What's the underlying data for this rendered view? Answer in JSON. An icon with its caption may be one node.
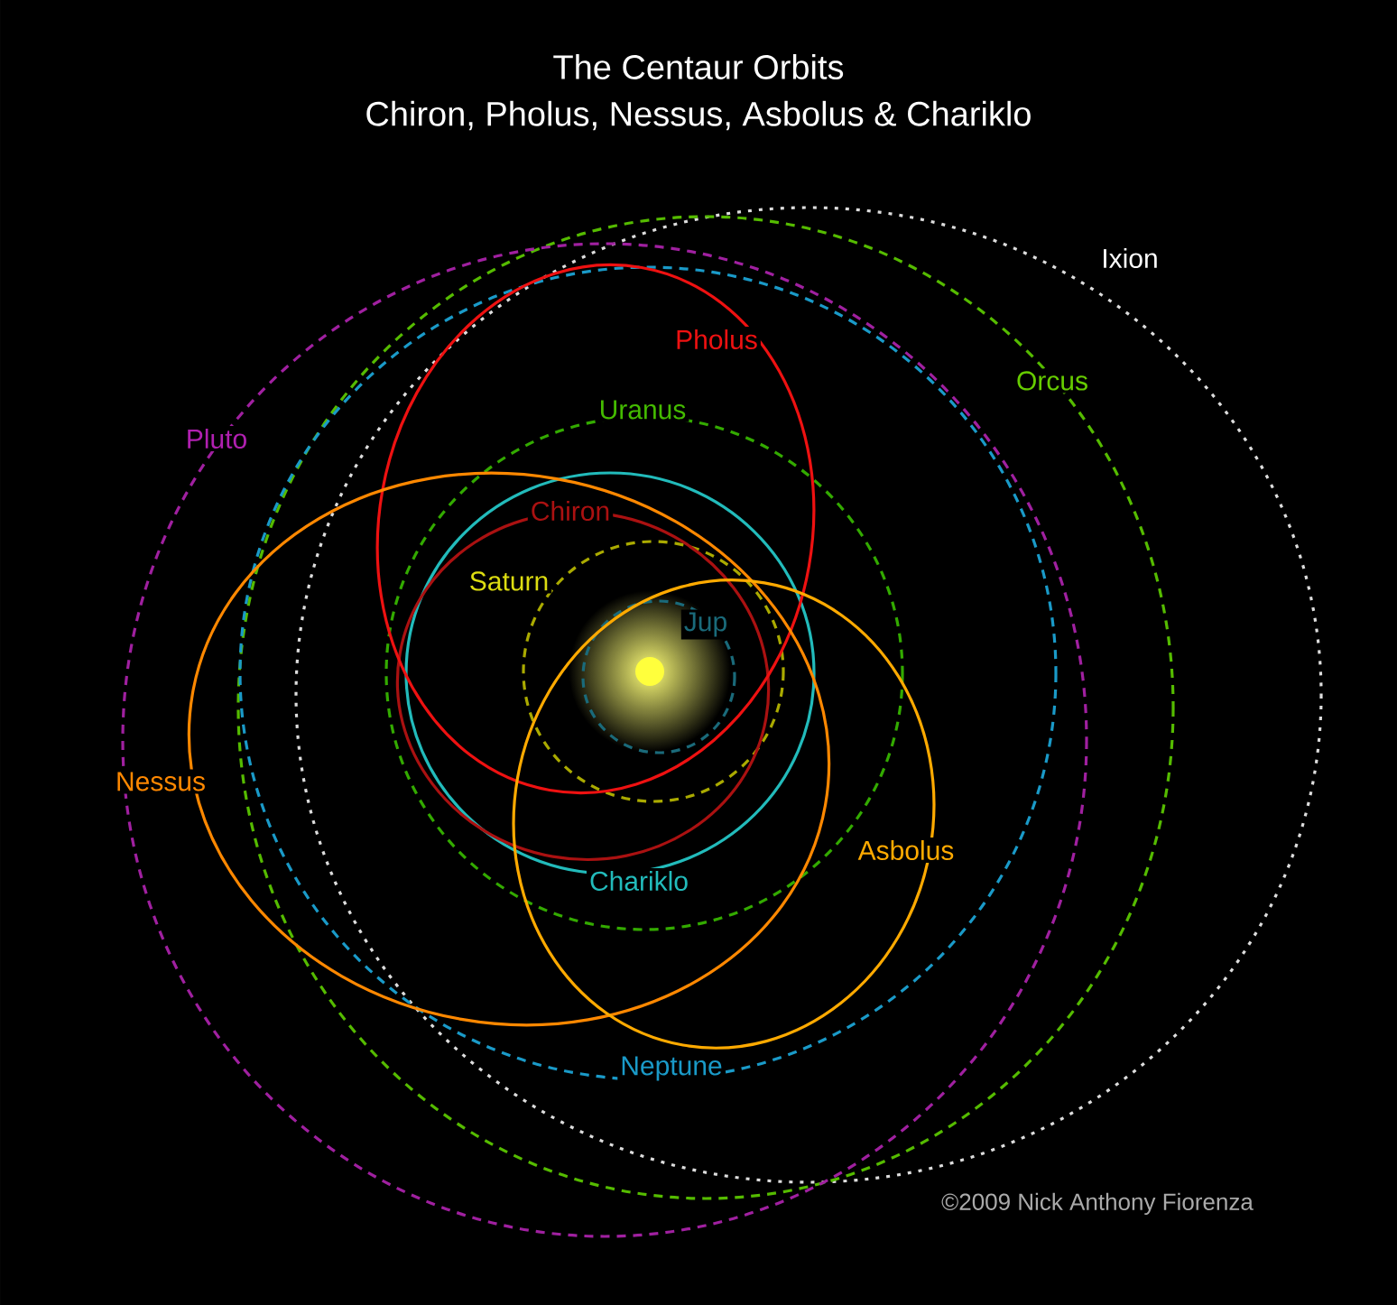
{
  "diagram": {
    "title": "The Centaur Orbits",
    "labels": [
      "Chiron, Pholus, Nessus, Asbolus & Chariklo",
      "Ixion",
      "Pholus",
      "Orcus",
      "Uranus",
      "Pluto",
      "Chiron",
      "Saturn",
      "Jup",
      "Nessus",
      "Asbolus",
      "Chariklo",
      "Neptune",
      "©2009 Nick Anthony Fiorenza"
    ]
  }
}
